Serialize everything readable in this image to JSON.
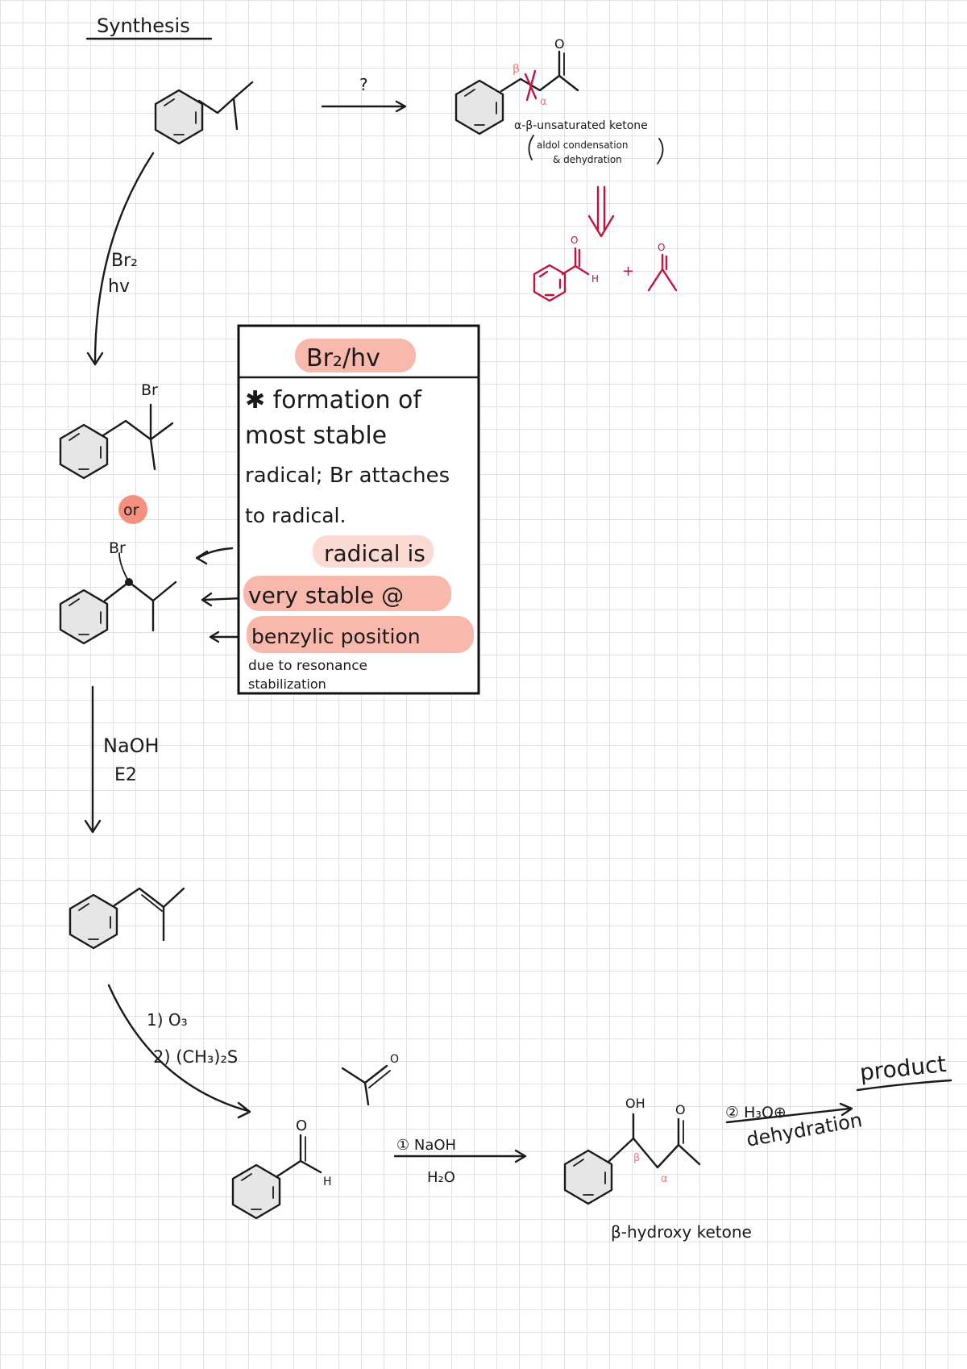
{
  "title": "Synthesis",
  "question_mark": "?",
  "target": {
    "caption_line1": "α-β-unsaturated ketone",
    "caption_line2": "aldol condensation",
    "caption_line3": "& dehydration",
    "beta_label": "β",
    "alpha_label": "α",
    "o_label": "O",
    "h_label": "H",
    "plus": "+"
  },
  "step1": {
    "reagent_line1": "Br₂",
    "reagent_line2": "hv"
  },
  "br_label": "Br",
  "or_label": "or",
  "note_box": {
    "header": "Br₂/hv",
    "line1": "✱ formation of",
    "line2": "most stable",
    "line3": "radical; Br attaches",
    "line4": "to radical.",
    "line5": "radical is",
    "line6": "very stable @",
    "line7": "benzylic position",
    "line8": "due to resonance",
    "line9": "stabilization"
  },
  "step2": {
    "reagent_line1": "NaOH",
    "reagent_line2": "E2"
  },
  "step3": {
    "reagent_line1": "1) O₃",
    "reagent_line2": "2) (CH₃)₂S"
  },
  "acetone_o": "O",
  "aldehyde": {
    "o_label": "O",
    "h_label": "H"
  },
  "step4": {
    "reagent_line1": "① NaOH",
    "reagent_line2": "H₂O"
  },
  "hydroxy_ketone": {
    "oh_label": "OH",
    "o_label": "O",
    "beta_label": "β",
    "alpha_label": "α",
    "caption": "β-hydroxy ketone"
  },
  "step5": {
    "reagent_line1": "② H₃O⊕",
    "reagent_line2": "dehydration"
  },
  "product_label": "product"
}
